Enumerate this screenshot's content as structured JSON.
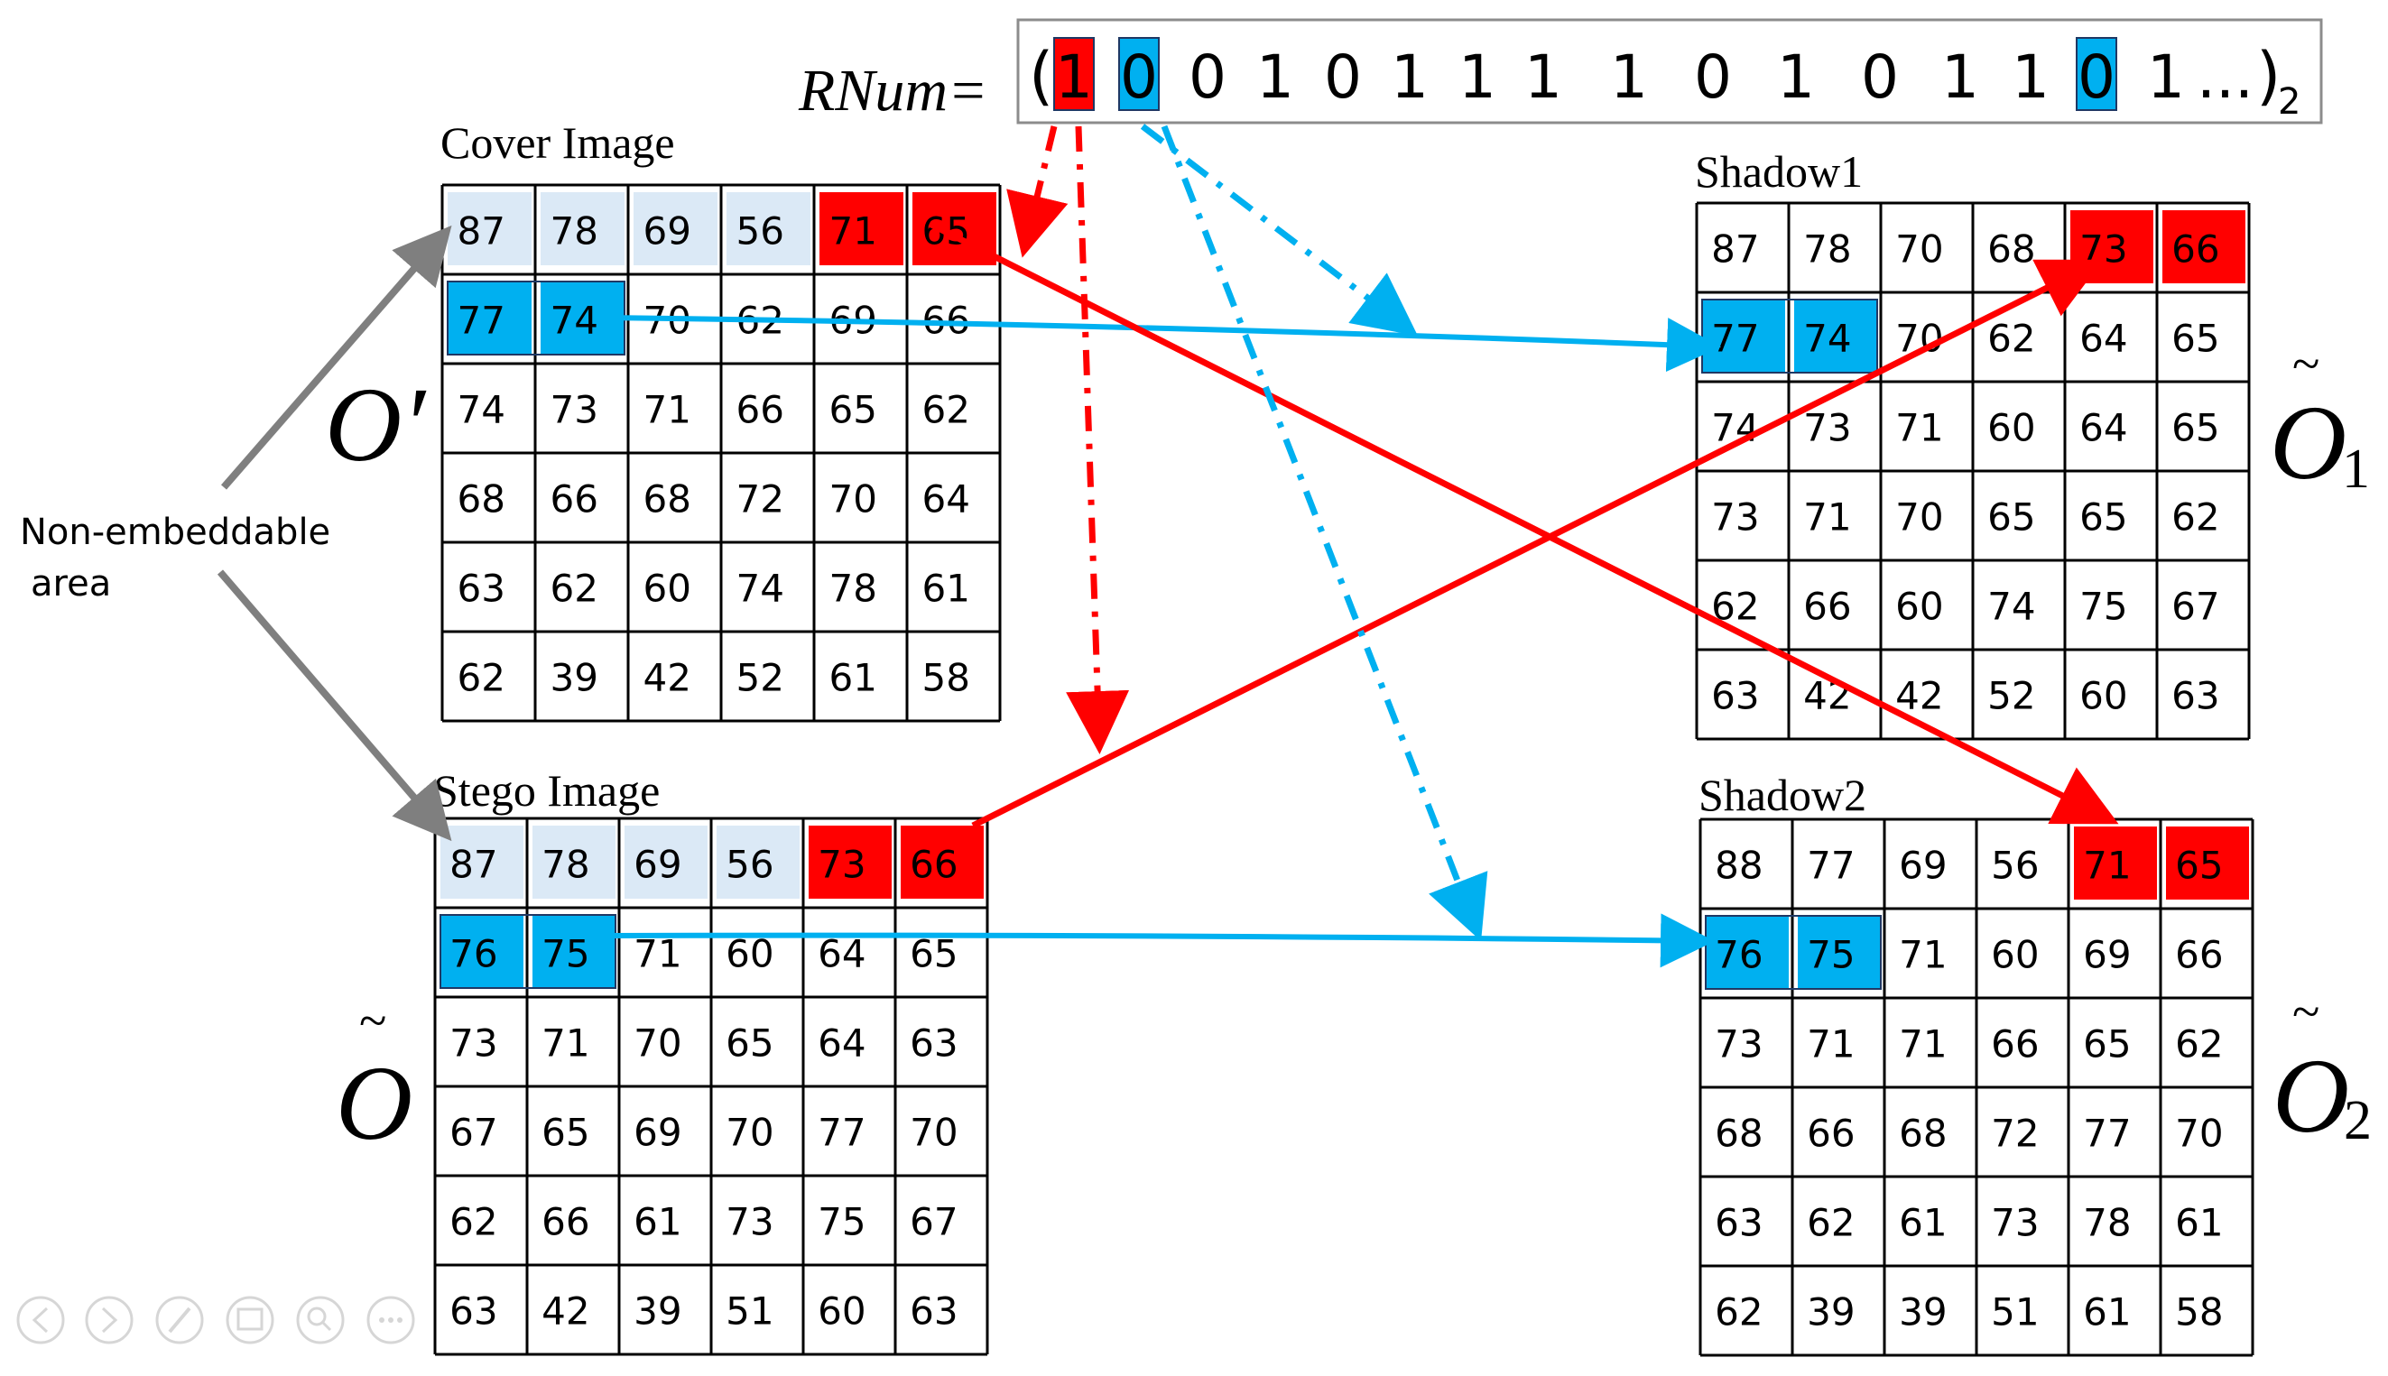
{
  "rnum": {
    "label": "RNum=",
    "open": "(",
    "bits": [
      "1",
      "0",
      "0",
      "1",
      "0",
      "1",
      "1",
      "1",
      "1",
      "0",
      "1",
      "0",
      "1",
      "1",
      "0",
      "1"
    ],
    "highlights": {
      "0": "red",
      "1": "blue",
      "14": "blue"
    },
    "ellipsis": "...",
    "close": ")",
    "base": "2"
  },
  "labels": {
    "non_embeddable_line1": "Non-embeddable",
    "non_embeddable_line2": "area",
    "o_prime": "O′",
    "o_tilde": "O",
    "o1_tilde": "O",
    "o1_sub": "1",
    "o2_tilde": "O",
    "o2_sub": "2",
    "tilde": "~"
  },
  "colors": {
    "red": "#ff0000",
    "blue": "#00b0f0",
    "light_blue": "#dbe9f6",
    "arrow_gray": "#7f7f7f",
    "grid": "#000000"
  },
  "grids": {
    "cover": {
      "title": "Cover Image",
      "rows": [
        [
          "87",
          "78",
          "69",
          "56",
          "71",
          "65"
        ],
        [
          "77",
          "74",
          "70",
          "62",
          "69",
          "66"
        ],
        [
          "74",
          "73",
          "71",
          "66",
          "65",
          "62"
        ],
        [
          "68",
          "66",
          "68",
          "72",
          "70",
          "64"
        ],
        [
          "63",
          "62",
          "60",
          "74",
          "78",
          "61"
        ],
        [
          "62",
          "39",
          "42",
          "52",
          "61",
          "58"
        ]
      ],
      "highlights": {
        "light": [
          [
            0,
            0
          ],
          [
            0,
            1
          ],
          [
            0,
            2
          ],
          [
            0,
            3
          ]
        ],
        "red": [
          [
            0,
            4
          ],
          [
            0,
            5
          ]
        ],
        "blue": [
          [
            1,
            0
          ],
          [
            1,
            1
          ]
        ]
      }
    },
    "stego": {
      "title": "Stego Image",
      "rows": [
        [
          "87",
          "78",
          "69",
          "56",
          "73",
          "66"
        ],
        [
          "76",
          "75",
          "71",
          "60",
          "64",
          "65"
        ],
        [
          "73",
          "71",
          "70",
          "65",
          "64",
          "63"
        ],
        [
          "67",
          "65",
          "69",
          "70",
          "77",
          "70"
        ],
        [
          "62",
          "66",
          "61",
          "73",
          "75",
          "67"
        ],
        [
          "63",
          "42",
          "39",
          "51",
          "60",
          "63"
        ]
      ],
      "highlights": {
        "light": [
          [
            0,
            0
          ],
          [
            0,
            1
          ],
          [
            0,
            2
          ],
          [
            0,
            3
          ]
        ],
        "red": [
          [
            0,
            4
          ],
          [
            0,
            5
          ]
        ],
        "blue": [
          [
            1,
            0
          ],
          [
            1,
            1
          ]
        ]
      }
    },
    "shadow1": {
      "title": "Shadow1",
      "rows": [
        [
          "87",
          "78",
          "70",
          "68",
          "73",
          "66"
        ],
        [
          "77",
          "74",
          "70",
          "62",
          "64",
          "65"
        ],
        [
          "74",
          "73",
          "71",
          "60",
          "64",
          "65"
        ],
        [
          "73",
          "71",
          "70",
          "65",
          "65",
          "62"
        ],
        [
          "62",
          "66",
          "60",
          "74",
          "75",
          "67"
        ],
        [
          "63",
          "42",
          "42",
          "52",
          "60",
          "63"
        ]
      ],
      "highlights": {
        "light": [],
        "red": [
          [
            0,
            4
          ],
          [
            0,
            5
          ]
        ],
        "blue": [
          [
            1,
            0
          ],
          [
            1,
            1
          ]
        ]
      }
    },
    "shadow2": {
      "title": "Shadow2",
      "rows": [
        [
          "88",
          "77",
          "69",
          "56",
          "71",
          "65"
        ],
        [
          "76",
          "75",
          "71",
          "60",
          "69",
          "66"
        ],
        [
          "73",
          "71",
          "71",
          "66",
          "65",
          "62"
        ],
        [
          "68",
          "66",
          "68",
          "72",
          "77",
          "70"
        ],
        [
          "63",
          "62",
          "61",
          "73",
          "78",
          "61"
        ],
        [
          "62",
          "39",
          "39",
          "51",
          "61",
          "58"
        ]
      ],
      "highlights": {
        "light": [],
        "red": [
          [
            0,
            4
          ],
          [
            0,
            5
          ]
        ],
        "blue": [
          [
            1,
            0
          ],
          [
            1,
            1
          ]
        ]
      }
    }
  },
  "toolbar": {
    "icons": [
      "previous-icon",
      "next-icon",
      "pen-icon",
      "slides-icon",
      "zoom-icon",
      "more-icon"
    ]
  }
}
